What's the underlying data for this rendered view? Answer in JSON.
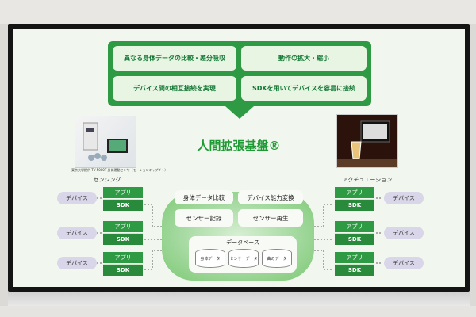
{
  "top_panel": {
    "items": [
      "異なる身体データの比較・差分吸収",
      "動作の拡大・縮小",
      "デバイス間の相互接続を実現",
      "SDKを用いてデバイスを容易に接続"
    ]
  },
  "title": "人間拡張基盤®",
  "left_caption": "センシング",
  "left_photo_caption": "東京大学提供 TV-5000T 身体運動センサ（モーションキャプチャ）",
  "right_caption": "アクチュエーション",
  "device_label": "デバイス",
  "app_label": "アプリ",
  "sdk_label": "SDK",
  "center": {
    "body_compare": "身体データ比較",
    "device_convert": "デバイス能力変換",
    "sensor_record": "センサー記録",
    "sensor_play": "センサー再生",
    "database": "データベース",
    "db_items": [
      "身体データ",
      "センサーデータ",
      "曲のデータ"
    ]
  },
  "colors": {
    "green": "#2f9a44",
    "light_green": "#e8f5e3",
    "device": "#d8d6e8"
  }
}
